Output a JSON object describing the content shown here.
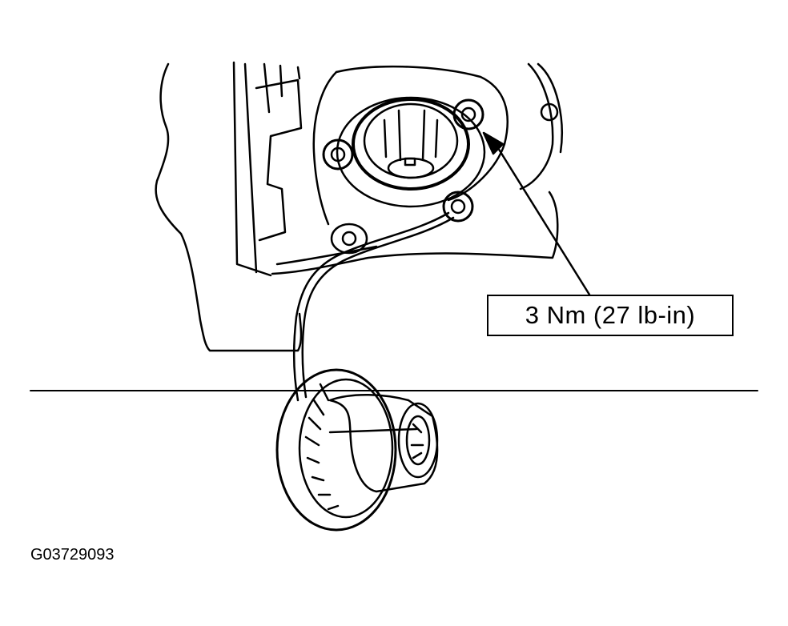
{
  "callout": {
    "torque_spec": "3 Nm (27 lb-in)"
  },
  "figure_id": "G03729093",
  "colors": {
    "line": "#000000",
    "background": "#ffffff"
  },
  "icons": [
    "fuel-filler-neck",
    "fuel-cap",
    "tether-strap",
    "mounting-bolt"
  ]
}
